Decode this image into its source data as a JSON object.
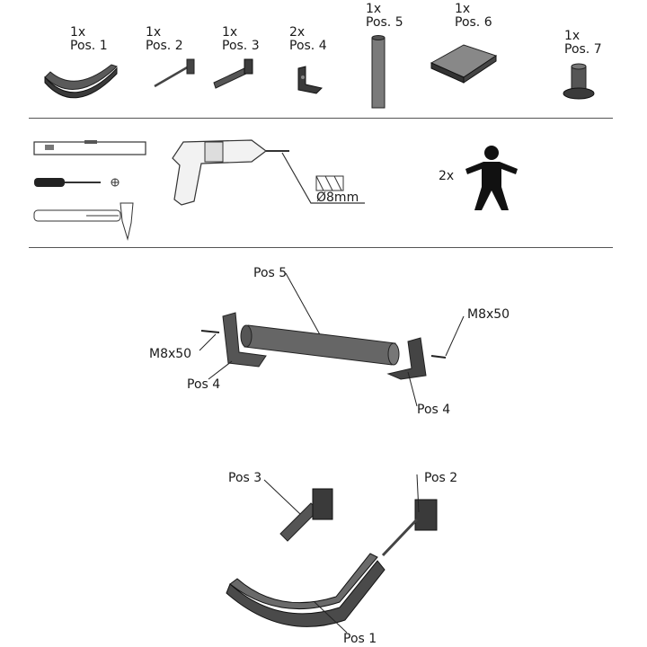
{
  "parts": [
    {
      "qty": "1x",
      "pos": "Pos. 1"
    },
    {
      "qty": "1x",
      "pos": "Pos. 2"
    },
    {
      "qty": "1x",
      "pos": "Pos. 3"
    },
    {
      "qty": "2x",
      "pos": "Pos. 4"
    },
    {
      "qty": "1x",
      "pos": "Pos. 5"
    },
    {
      "qty": "1x",
      "pos": "Pos. 6"
    },
    {
      "qty": "1x",
      "pos": "Pos. 7"
    }
  ],
  "tools": {
    "drill_bit": "Ø8mm",
    "persons": "2x"
  },
  "assembly1": {
    "pos5": "Pos 5",
    "screw_right": "M8x50",
    "screw_left": "M8x50",
    "pos4_left": "Pos 4",
    "pos4_right": "Pos 4"
  },
  "assembly2": {
    "pos3": "Pos 3",
    "pos2": "Pos 2",
    "pos1": "Pos 1"
  }
}
